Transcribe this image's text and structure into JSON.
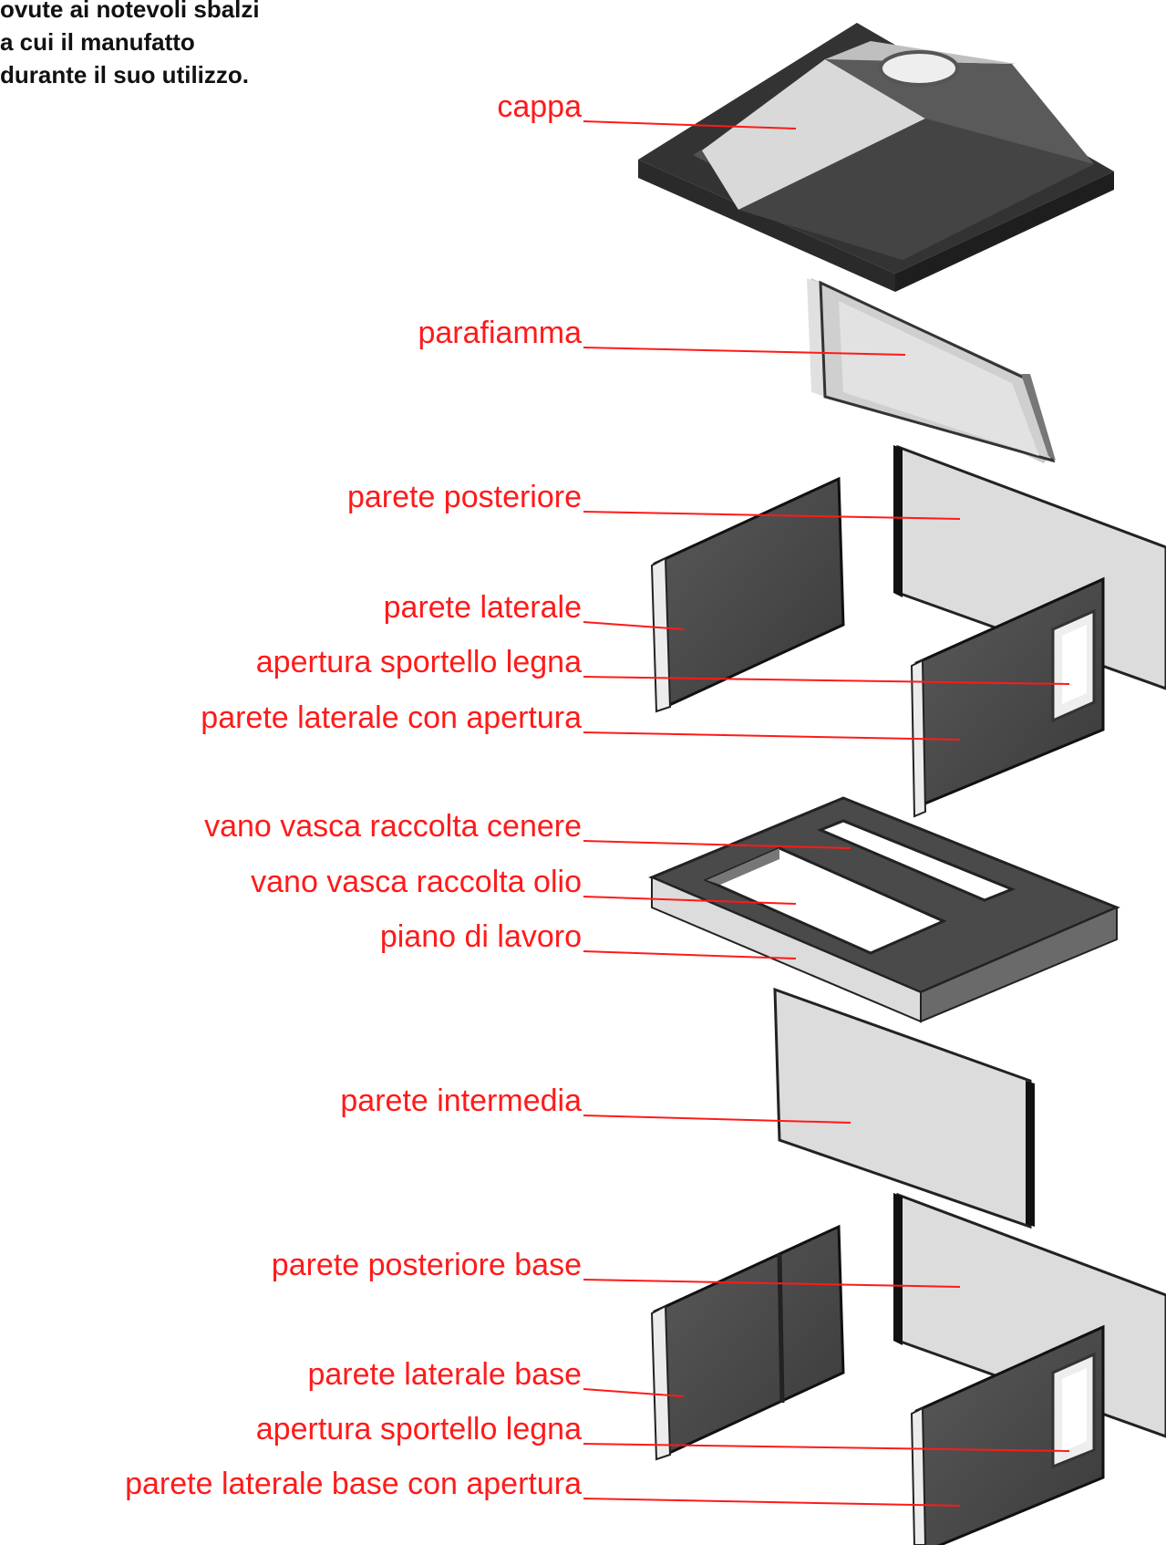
{
  "intro": {
    "line1": "ovute ai notevoli sbalzi",
    "line2": "a cui il manufatto",
    "line3": "durante il suo utilizzo."
  },
  "labels": [
    "cappa",
    "parafiamma",
    "parete posteriore",
    "parete laterale",
    "apertura sportello legna",
    "parete laterale con apertura",
    "vano vasca raccolta cenere",
    "vano vasca raccolta olio",
    "piano di lavoro",
    "parete intermedia",
    "parete posteriore base",
    "parete laterale base",
    "apertura sportello legna",
    "parete laterale base con apertura"
  ],
  "colors": {
    "label": "#ff1a1a",
    "dark_face": "#4a4a4a",
    "light_face": "#dcdcdc",
    "edge": "#222222"
  }
}
